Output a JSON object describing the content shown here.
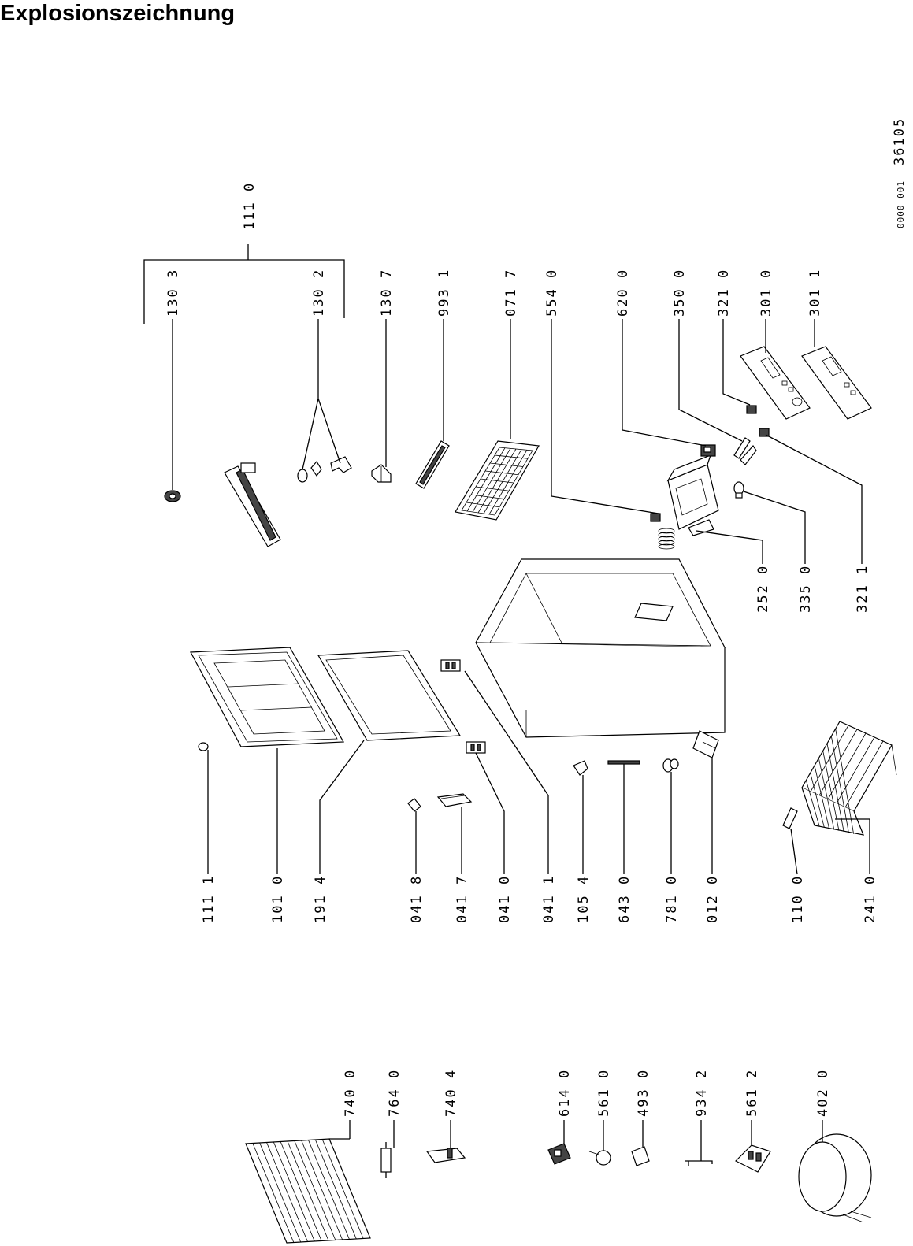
{
  "title": "Explosionszeichnung",
  "drawing_code": "36105",
  "drawing_subcode": "0000 001",
  "labels": [
    {
      "name": "label-111-0",
      "text": "111 0"
    },
    {
      "name": "label-130-3",
      "text": "130 3"
    },
    {
      "name": "label-130-2",
      "text": "130 2"
    },
    {
      "name": "label-130-7",
      "text": "130 7"
    },
    {
      "name": "label-993-1",
      "text": "993 1"
    },
    {
      "name": "label-071-7",
      "text": "071 7"
    },
    {
      "name": "label-554-0",
      "text": "554 0"
    },
    {
      "name": "label-620-0",
      "text": "620 0"
    },
    {
      "name": "label-350-0",
      "text": "350 0"
    },
    {
      "name": "label-321-0",
      "text": "321 0"
    },
    {
      "name": "label-301-0",
      "text": "301 0"
    },
    {
      "name": "label-301-1",
      "text": "301 1"
    },
    {
      "name": "label-252-0",
      "text": "252 0"
    },
    {
      "name": "label-335-0",
      "text": "335 0"
    },
    {
      "name": "label-321-1",
      "text": "321 1"
    },
    {
      "name": "label-111-1",
      "text": "111 1"
    },
    {
      "name": "label-101-0",
      "text": "101 0"
    },
    {
      "name": "label-191-4",
      "text": "191 4"
    },
    {
      "name": "label-041-8",
      "text": "041 8"
    },
    {
      "name": "label-041-7",
      "text": "041 7"
    },
    {
      "name": "label-041-0",
      "text": "041 0"
    },
    {
      "name": "label-041-1",
      "text": "041 1"
    },
    {
      "name": "label-105-4",
      "text": "105 4"
    },
    {
      "name": "label-643-0",
      "text": "643 0"
    },
    {
      "name": "label-781-0",
      "text": "781 0"
    },
    {
      "name": "label-012-0",
      "text": "012 0"
    },
    {
      "name": "label-110-0",
      "text": "110 0"
    },
    {
      "name": "label-241-0",
      "text": "241 0"
    },
    {
      "name": "label-740-0",
      "text": "740 0"
    },
    {
      "name": "label-764-0",
      "text": "764 0"
    },
    {
      "name": "label-740-4",
      "text": "740 4"
    },
    {
      "name": "label-614-0",
      "text": "614 0"
    },
    {
      "name": "label-561-0",
      "text": "561 0"
    },
    {
      "name": "label-493-0",
      "text": "493 0"
    },
    {
      "name": "label-934-2",
      "text": "934 2"
    },
    {
      "name": "label-561-2",
      "text": "561 2"
    },
    {
      "name": "label-402-0",
      "text": "402 0"
    }
  ]
}
